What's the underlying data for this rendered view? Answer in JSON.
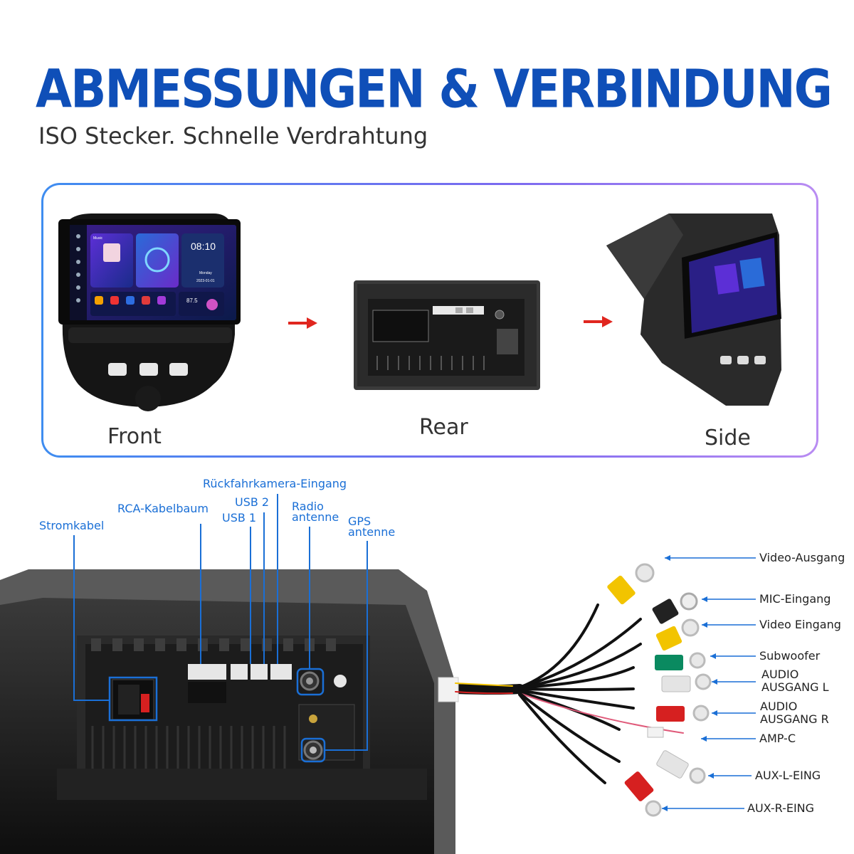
{
  "header": {
    "title": "ABMESSUNGEN & VERBINDUNG",
    "subtitle": "ISO Stecker. Schnelle Verdrahtung"
  },
  "views": {
    "front": "Front",
    "rear": "Rear",
    "side": "Side"
  },
  "screen": {
    "time": "08:10",
    "music_label": "Music",
    "day": "Monday",
    "date": "2023-01-01",
    "frequency": "87.5"
  },
  "port_labels": {
    "stromkabel": "Stromkabel",
    "rca": "RCA-Kabelbaum",
    "usb1": "USB 1",
    "usb2": "USB 2",
    "camera": "Rückfahrkamera-Eingang",
    "radio_line1": "Radio",
    "radio_line2": "antenne",
    "gps_line1": "GPS",
    "gps_line2": "antenne"
  },
  "rca_labels": {
    "video_out": "Video-Ausgang",
    "mic": "MIC-Eingang",
    "video_in": "Video Eingang",
    "subwoofer": "Subwoofer",
    "audio_l_line1": "AUDIO",
    "audio_l_line2": "AUSGANG L",
    "audio_r_line1": "AUDIO",
    "audio_r_line2": "AUSGANG R",
    "amp": "AMP-C",
    "aux_l": "AUX-L-EING",
    "aux_r": "AUX-R-EING"
  },
  "colors": {
    "title": "#0f4fb8",
    "accent": "#1a6fd6",
    "arrow": "#e0261f",
    "frame_start": "#3f8df0",
    "frame_end": "#b98cf2"
  }
}
